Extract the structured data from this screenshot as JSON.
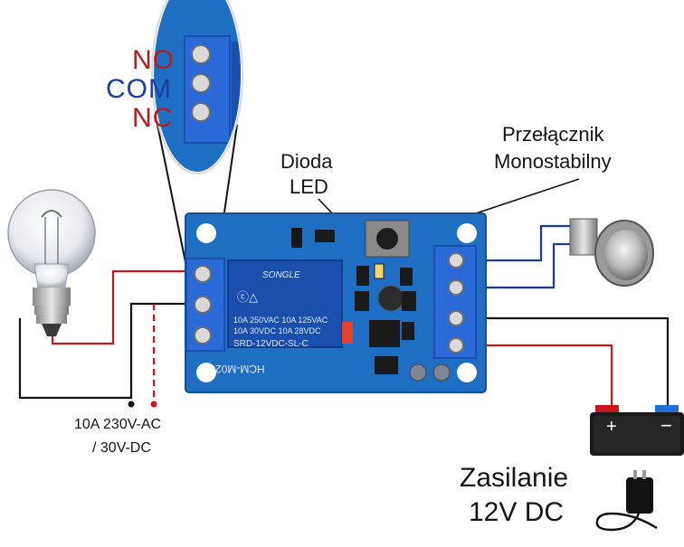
{
  "terminals": {
    "no": "NO",
    "com": "COM",
    "nc": "NC"
  },
  "labels": {
    "led_line1": "Dioda",
    "led_line2": "LED",
    "switch_line1": "Przełącznik",
    "switch_line2": "Monostabilny",
    "rating_line1": "10A 230V-AC",
    "rating_line2": "/ 30V-DC",
    "power_line1": "Zasilanie",
    "power_line2": "12V DC"
  },
  "relay": {
    "brand": "SONGLE",
    "spec_line1": "10A 250VAC  10A 125VAC",
    "spec_line2": "10A  30VDC  10A  28VDC",
    "model": "SRD-12VDC-SL-C"
  },
  "board": {
    "model": "HCM-M02"
  },
  "battery": {
    "plus": "+",
    "minus": "−"
  },
  "colors": {
    "board": "#1e6fc4",
    "terminal": "#2a6ad8",
    "red_wire": "#c8161d",
    "blue_wire": "#1c3a9e",
    "black_wire": "#111111"
  }
}
